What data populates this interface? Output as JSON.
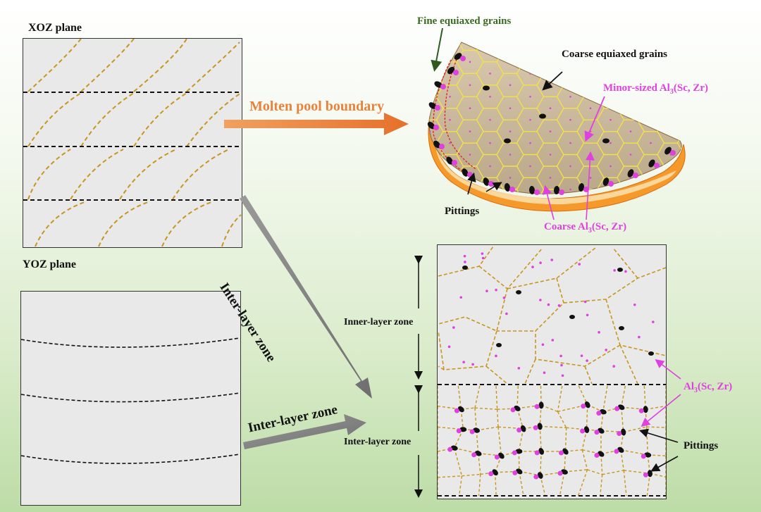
{
  "labels": {
    "xoz_plane": "XOZ plane",
    "yoz_plane": "YOZ plane",
    "fine_equiaxed": "Fine equiaxed grains",
    "coarse_equiaxed": "Coarse equiaxed grains",
    "molten_pool_boundary": "Molten pool boundary",
    "minor_sized_al3": "Minor-sized Al",
    "minor_sized_al3_sub": "3",
    "minor_sized_al3_tail": "(Sc, Zr)",
    "pittings_top": "Pittings",
    "coarse_al3": "Coarse Al",
    "coarse_al3_sub": "3",
    "coarse_al3_tail": "(Sc, Zr)",
    "inter_layer_zone_diag": "Inter-layer zone",
    "inter_layer_zone_horiz": "Inter-layer zone",
    "inner_layer_zone": "Inner-layer zone",
    "inter_layer_zone_right": "Inter-layer zone",
    "al3_right": "Al",
    "al3_right_sub": "3",
    "al3_right_tail": "(Sc, Zr)",
    "pittings_right": "Pittings"
  },
  "colors": {
    "grain_boundary": "#c8961e",
    "layer_line": "#111111",
    "arrow_orange": "#e8823a",
    "arrow_gray": "#8a8a8a",
    "magenta": "#e040e0",
    "pitting": "#111111",
    "panel_bg": "#e9e9e9",
    "pool_fill": "#c9b89a",
    "pool_rim": "#f08a1e",
    "hex_line": "#f2e24a"
  }
}
